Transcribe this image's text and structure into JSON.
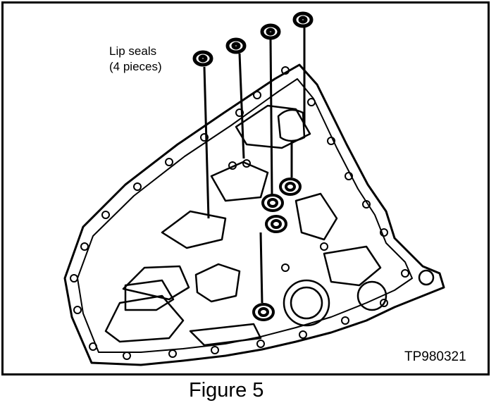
{
  "callout": {
    "line1": "Lip seals",
    "line2": "(4 pieces)"
  },
  "figure_code": "TP980321",
  "caption": "Figure 5"
}
